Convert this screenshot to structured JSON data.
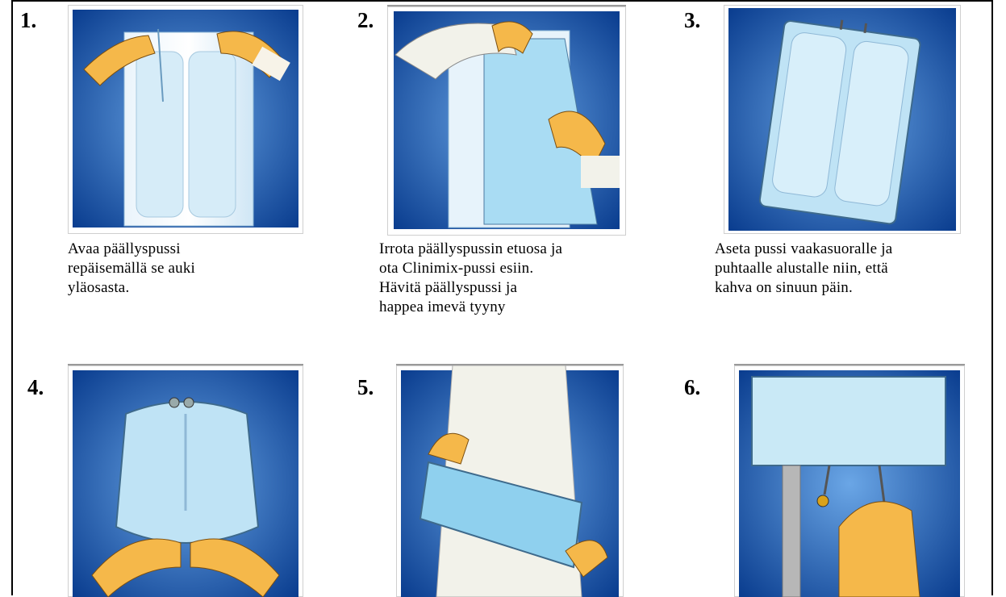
{
  "steps": [
    {
      "number": "1.",
      "caption": [
        "Avaa päällyspussi",
        "repäisemällä  se auki",
        "yläosasta."
      ],
      "image": "open-overpouch-illustration"
    },
    {
      "number": "2.",
      "caption": [
        "Irrota päällyspussin etuosa ja",
        "ota Clinimix-pussi  esiin.",
        "Hävitä päällyspussi ja",
        "happea imevä  tyyny"
      ],
      "image": "remove-bag-illustration"
    },
    {
      "number": "3.",
      "caption": [
        "Aseta pussi vaakasuoralle ja",
        "puhtaalle alustalle niin, että",
        "kahva on sinuun päin."
      ],
      "image": "bag-flat-illustration"
    },
    {
      "number": "4.",
      "caption": [],
      "image": "roll-bag-illustration"
    },
    {
      "number": "5.",
      "caption": [],
      "image": "mix-bag-illustration"
    },
    {
      "number": "6.",
      "caption": [],
      "image": "spike-port-illustration"
    }
  ],
  "colors": {
    "backdrop_dark": "#0a3d8f",
    "backdrop_light": "#4f8fd9",
    "bag": "#bfe3f5",
    "glove": "#f5b84a",
    "sleeve": "#f2f2ea"
  }
}
